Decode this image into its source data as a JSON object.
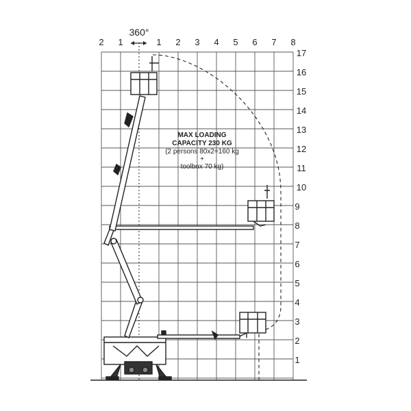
{
  "rotation_label": "360°",
  "top_scale_labels": [
    "2",
    "1",
    "1",
    "2",
    "3",
    "4",
    "5",
    "6",
    "7",
    "8"
  ],
  "height_scale_labels": [
    "1",
    "2",
    "3",
    "4",
    "5",
    "6",
    "7",
    "8",
    "9",
    "10",
    "11",
    "12",
    "13",
    "14",
    "15",
    "16",
    "17"
  ],
  "load_info": {
    "line1": "MAX LOADING",
    "line2": "CAPACITY 230 KG",
    "line3": "(2 persons  80x2=160 kg",
    "line4": "+",
    "line5": "toolbox 70 kg)"
  },
  "colors": {
    "ink": "#222222",
    "grid": "#555555"
  }
}
